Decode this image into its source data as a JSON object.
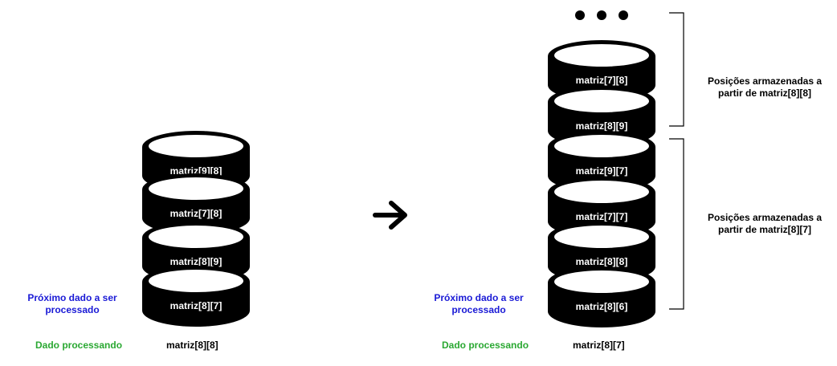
{
  "left": {
    "stack_top_to_bottom": [
      "matriz[9][8]",
      "matriz[7][8]",
      "matriz[8][9]",
      "matriz[8][7]"
    ],
    "next_label": "Próximo dado a ser processado",
    "processing_label": "Dado processando",
    "processing_value": "matriz[8][8]"
  },
  "right": {
    "stack_top_to_bottom": [
      "matriz[7][8]",
      "matriz[8][9]",
      "matriz[9][7]",
      "matriz[7][7]",
      "matriz[8][8]",
      "matriz[8][6]"
    ],
    "ellipsis": "• • •",
    "next_label": "Próximo dado a ser processado",
    "processing_label": "Dado processando",
    "processing_value": "matriz[8][7]",
    "brackets": [
      {
        "label": "Posições armazenadas a partir de matriz[8][8]"
      },
      {
        "label": "Posições armazenadas a partir de matriz[8][7]"
      }
    ]
  },
  "colors": {
    "disk": "#000000",
    "disk_top": "#ffffff",
    "next_label": "#1a1ad6",
    "processing_label": "#2aa832"
  },
  "icons": {
    "transition": "arrow-right-icon"
  }
}
